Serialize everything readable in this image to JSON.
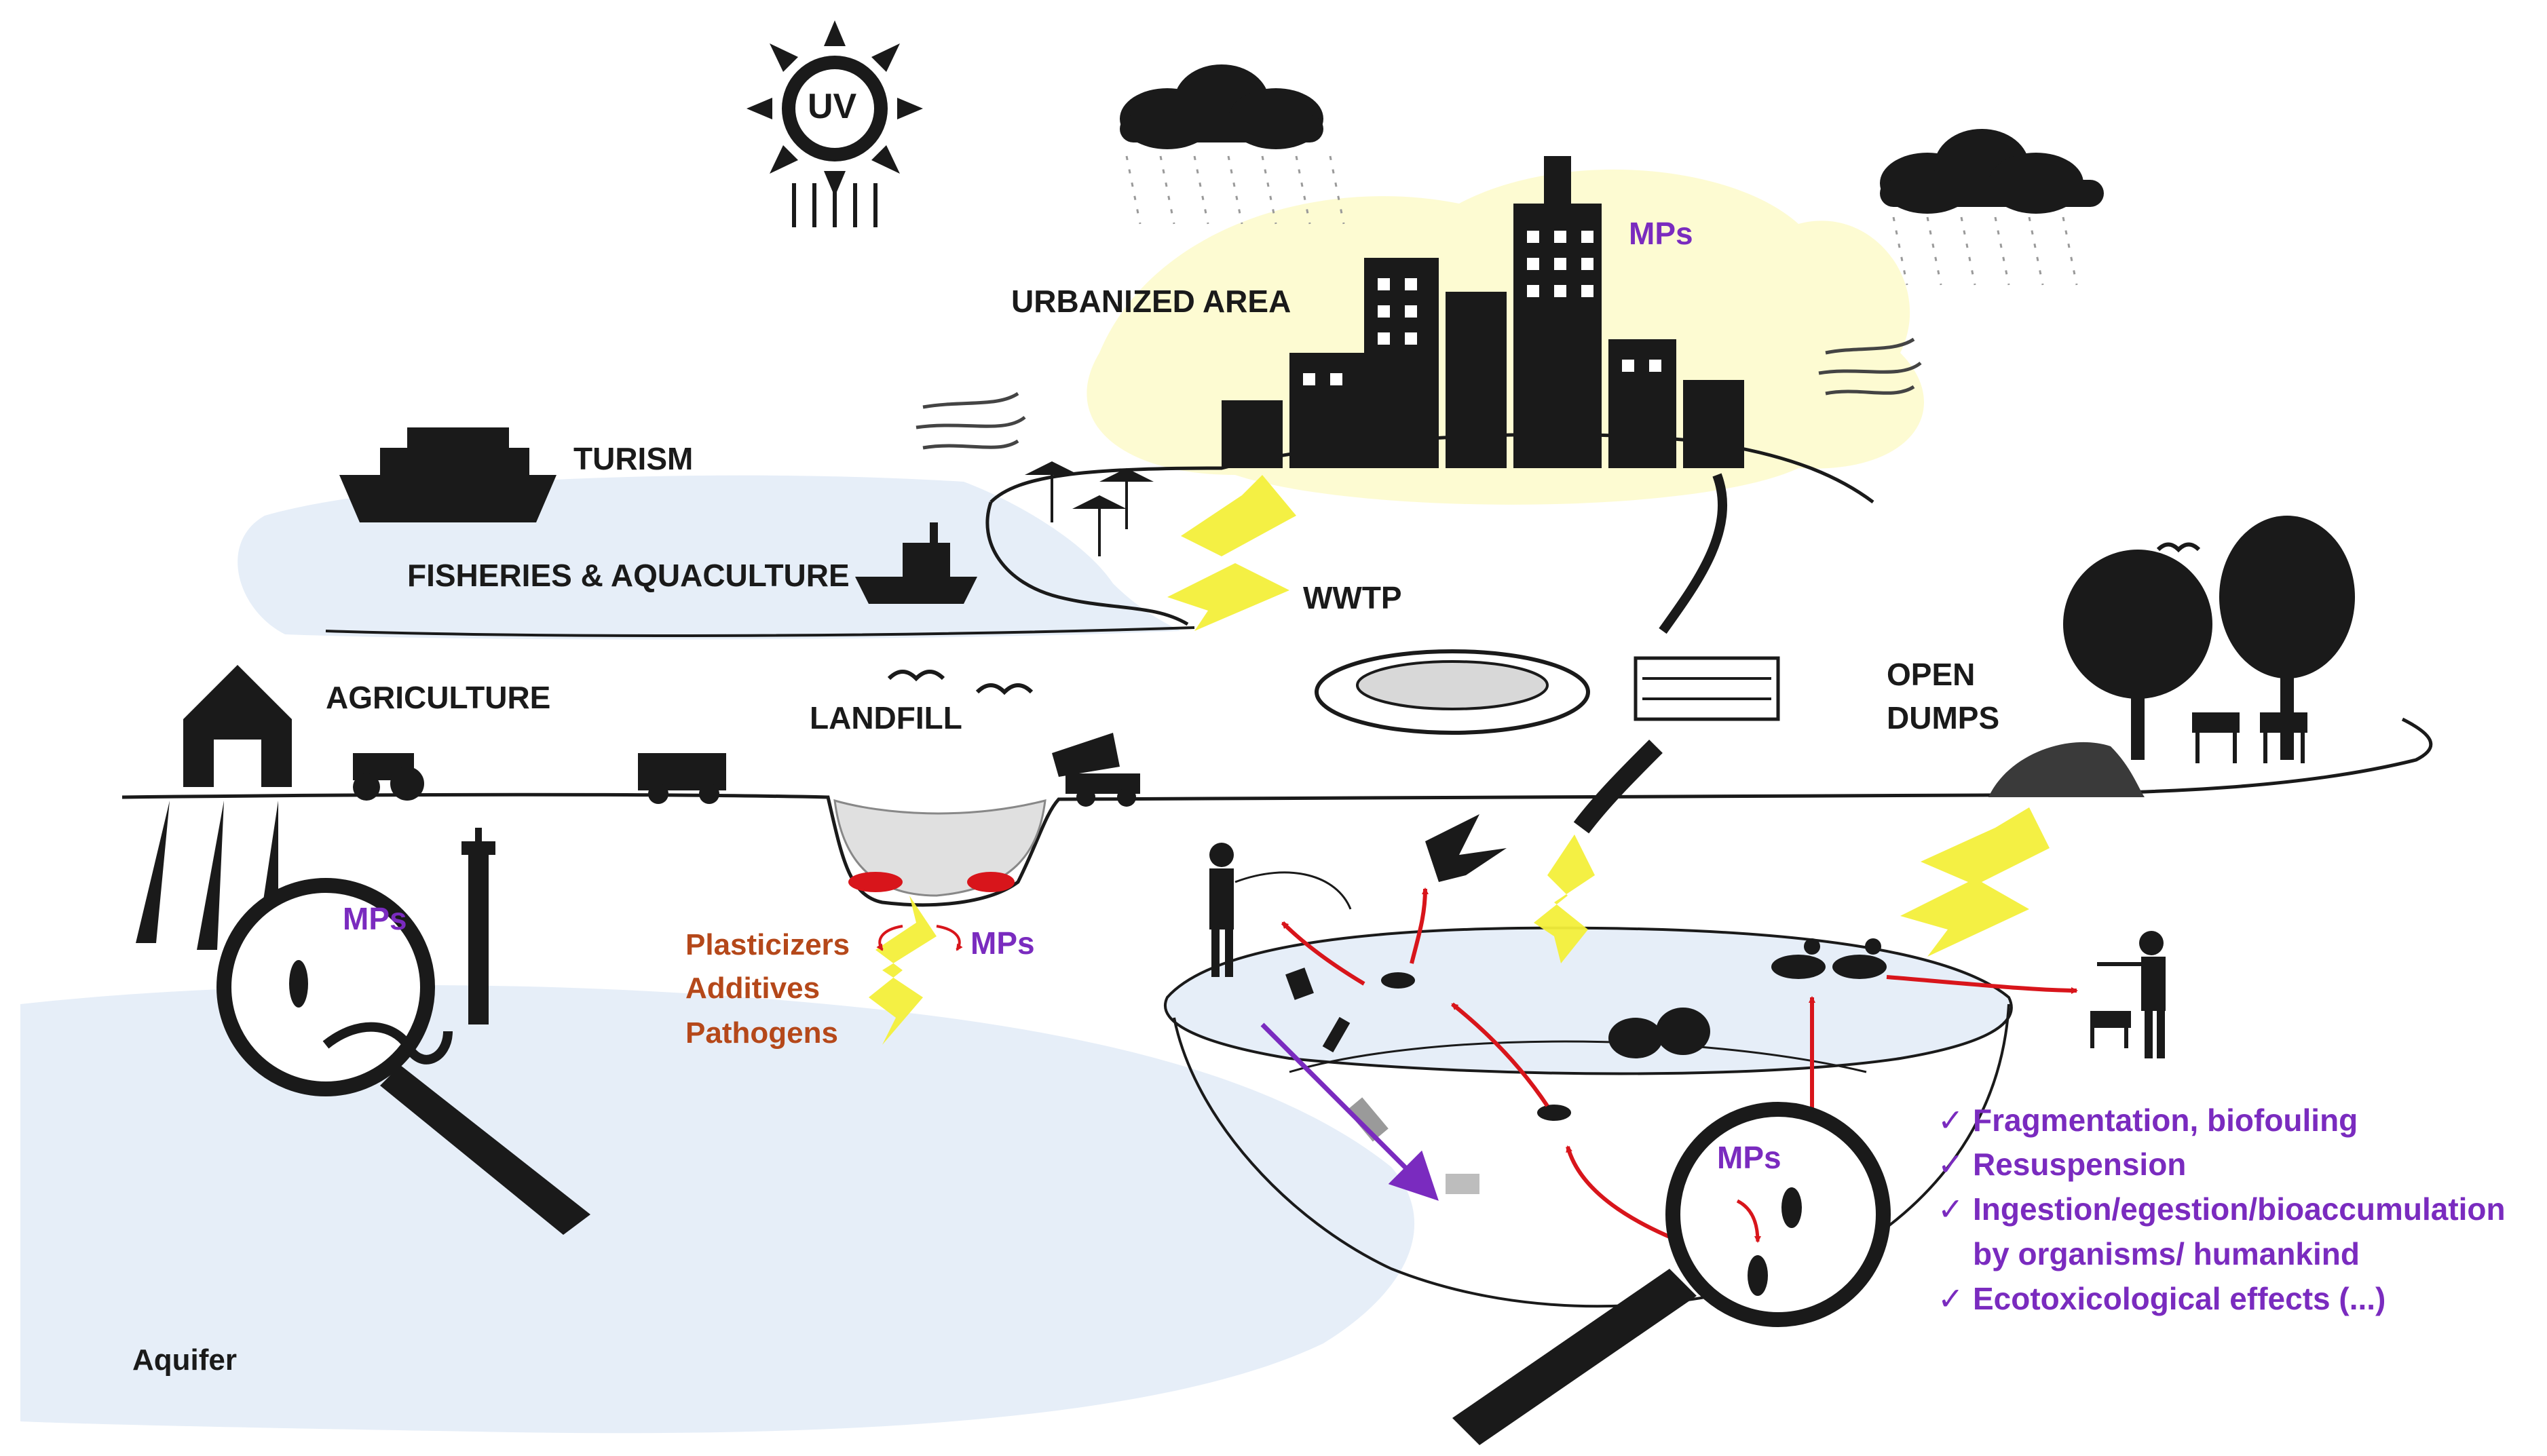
{
  "labels": {
    "uv": "UV",
    "urbanized_area": "URBANIZED AREA",
    "mps_city": "MPs",
    "turism": "TURISM",
    "fisheries": "FISHERIES & AQUACULTURE",
    "wwtp": "WWTP",
    "agriculture": "AGRICULTURE",
    "landfill": "LANDFILL",
    "open_dumps_1": "OPEN",
    "open_dumps_2": "DUMPS",
    "mps_agri": "MPs",
    "mps_landfill": "MPs",
    "leachate_1": "Plasticizers",
    "leachate_2": "Additives",
    "leachate_3": "Pathogens",
    "mps_lake": "MPs",
    "aquifer": "Aquifer"
  },
  "effects": [
    "Fragmentation, biofouling",
    "Resuspension",
    "Ingestion/egestion/bioaccumulation",
    "by organisms/ humankind",
    "Ecotoxicological effects (...)"
  ],
  "colors": {
    "water": "#e6eef8",
    "haze": "#fdfbd0",
    "lightning": "#f3ef3a",
    "arrow_red": "#d8151b",
    "arrow_purple": "#7a2bbf",
    "mp_purple": "#7a2bbf",
    "leachate_brown": "#b5481a"
  }
}
